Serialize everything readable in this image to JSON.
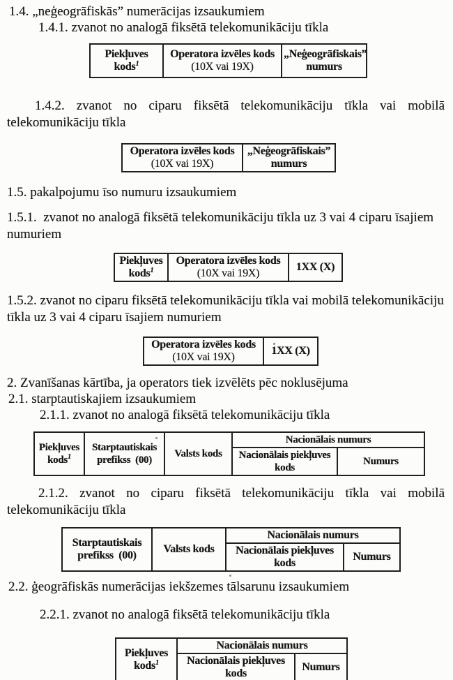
{
  "colors": {
    "paper": "#fcfcfa",
    "ink": "#1a1a1a",
    "table_border": "#1f1f1f"
  },
  "doc": {
    "paragraphs": {
      "s14": "1.4. „neģeogrāfiskās” numerācijas izsaukumiem",
      "s141": "1.4.1. zvanot no analogā fiksētā telekomunikāciju tīkla",
      "s142_l1": "1.4.2. zvanot no ciparu fiksētā telekomunikāciju tīkla vai mobilā",
      "s142_l2": "telekomunikāciju tīkla",
      "s15": "1.5. pakalpojumu īso numuru izsaukumiem",
      "s151_l1": "1.5.1.  zvanot no analogā fiksētā telekomunikāciju tīkla uz 3 vai 4 ciparu īsajiem",
      "s151_l2": "numuriem",
      "s152_l1": "1.5.2. zvanot no ciparu fiksētā telekomunikāciju tīkla vai mobilā telekomunikāciju",
      "s152_l2": "tīkla uz 3 vai 4 ciparu īsajiem numuriem",
      "s2": "2. Zvanīšanas kārtība, ja operators tiek izvēlēts pēc noklusējuma",
      "s21": "2.1. starptautiskajiem izsaukumiem",
      "s211": "2.1.1. zvanot no analogā fiksētā telekomunikāciju tīkla",
      "s212_l1": "2.1.2. zvanot no ciparu fiksētā telekomunikāciju tīkla vai mobilā",
      "s212_l2": "telekomunikāciju tīkla",
      "s22": "2.2. ģeogrāfiskās numerācijas iekšzemes tālsarunu izsaukumiem",
      "s221": "2.2.1. zvanot no analogā fiksētā telekomunikāciju tīkla"
    },
    "tables": {
      "t141": {
        "c1_l1": "Piekļuves",
        "c1_l2": "kods",
        "c1_sup": "1",
        "c2_l1": "Operatora izvēles kods",
        "c2_l2": "(10X vai 19X)",
        "c3_l1": "„Neģeogrāfiskais”",
        "c3_l2": "numurs"
      },
      "t142": {
        "c1_l1": "Operatora izvēles kods",
        "c1_l2": "(10X vai 19X)",
        "c2_l1": "„Neģeogrāfiskais”",
        "c2_l2": "numurs"
      },
      "t151": {
        "c1_l1": "Piekļuves",
        "c1_l2": "kods",
        "c1_sup": "1",
        "c2_l1": "Operatora izvēles kods",
        "c2_l2": "(10X vai 19X)",
        "c3": "1XX (X)"
      },
      "t152": {
        "c1_l1": "Operatora izvēles kods",
        "c1_l2": "(10X vai 19X)",
        "c2": "1XX (X)"
      },
      "t211": {
        "c1_l1": "Piekļuves",
        "c1_l2": "kods",
        "c1_sup": "1",
        "c2_l1": "Starptautiskais",
        "c2_l2": "prefikss  (00)",
        "c3": "Valsts kods",
        "c4": "Nacionālais numurs",
        "c5_l1": "Nacionālais piekļuves",
        "c5_l2": "kods",
        "c6": "Numurs"
      },
      "t212": {
        "c1_l1": "Starptautiskais",
        "c1_l2": "prefikss  (00)",
        "c2": "Valsts kods",
        "c3": "Nacionālais numurs",
        "c4_l1": "Nacionālais piekļuves",
        "c4_l2": "kods",
        "c5": "Numurs"
      },
      "t221": {
        "c1_l1": "Piekļuves",
        "c1_l2": "kods",
        "c1_sup": "1",
        "c2": "Nacionālais numurs",
        "c3_l1": "Nacionālais piekļuves",
        "c3_l2": "kods",
        "c4": "Numurs"
      }
    }
  }
}
